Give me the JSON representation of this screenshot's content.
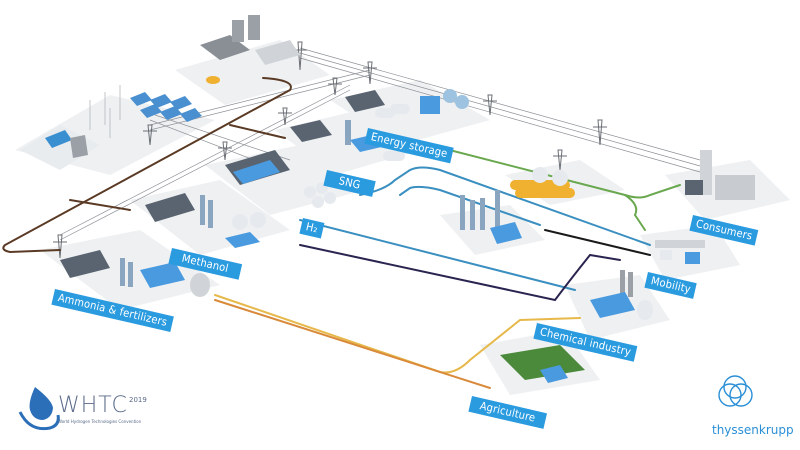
{
  "diagram": {
    "title": "Hydrogen value chain",
    "label_color": "#2b9be0",
    "facilities": [
      {
        "id": "energy-storage",
        "label": "Energy storage"
      },
      {
        "id": "sng",
        "label": "SNG"
      },
      {
        "id": "h2",
        "label": "H₂"
      },
      {
        "id": "methanol",
        "label": "Methanol"
      },
      {
        "id": "ammonia",
        "label": "Ammonia & fertilizers"
      },
      {
        "id": "consumers",
        "label": "Consumers"
      },
      {
        "id": "mobility",
        "label": "Mobility"
      },
      {
        "id": "chemical-industry",
        "label": "Chemical industry"
      },
      {
        "id": "agriculture",
        "label": "Agriculture"
      }
    ],
    "sources": [
      "Power plant",
      "Wind turbines",
      "Solar panels",
      "Hydro dam"
    ],
    "line_colors": {
      "power": "#5a3a24",
      "hydrogen": "#3a8fc0",
      "gas": "#6aa84f",
      "methanol": "#1a1a1a",
      "dark": "#2a2550",
      "ammonia_orange": "#d98a3a",
      "ammonia_yellow": "#e7b84a"
    }
  },
  "logos": {
    "whtc": {
      "name": "WHTC",
      "year": "2019",
      "subtitle": "World Hydrogen Technologies Convention"
    },
    "company": {
      "name": "thyssenkrupp"
    }
  }
}
